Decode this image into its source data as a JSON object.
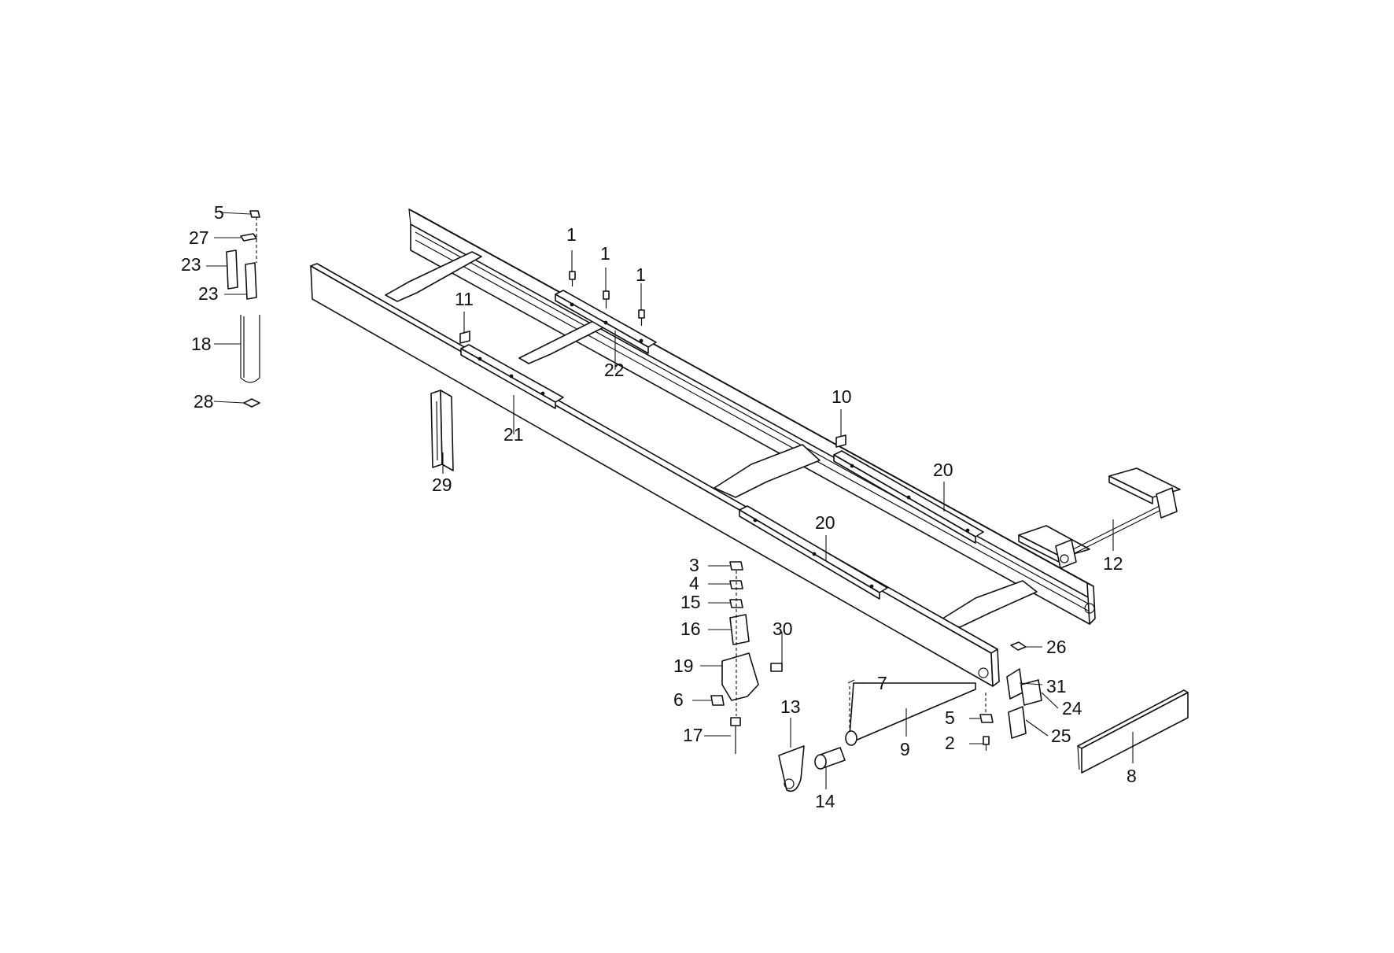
{
  "callouts": [
    {
      "id": "c1a",
      "text": "1"
    },
    {
      "id": "c1b",
      "text": "1"
    },
    {
      "id": "c1c",
      "text": "1"
    },
    {
      "id": "c2",
      "text": "2"
    },
    {
      "id": "c3",
      "text": "3"
    },
    {
      "id": "c4",
      "text": "4"
    },
    {
      "id": "c5a",
      "text": "5"
    },
    {
      "id": "c5b",
      "text": "5"
    },
    {
      "id": "c6",
      "text": "6"
    },
    {
      "id": "c7",
      "text": "7"
    },
    {
      "id": "c8",
      "text": "8"
    },
    {
      "id": "c9",
      "text": "9"
    },
    {
      "id": "c10",
      "text": "10"
    },
    {
      "id": "c11",
      "text": "11"
    },
    {
      "id": "c12",
      "text": "12"
    },
    {
      "id": "c13",
      "text": "13"
    },
    {
      "id": "c14",
      "text": "14"
    },
    {
      "id": "c15",
      "text": "15"
    },
    {
      "id": "c16",
      "text": "16"
    },
    {
      "id": "c17",
      "text": "17"
    },
    {
      "id": "c18",
      "text": "18"
    },
    {
      "id": "c19",
      "text": "19"
    },
    {
      "id": "c20a",
      "text": "20"
    },
    {
      "id": "c20b",
      "text": "20"
    },
    {
      "id": "c21",
      "text": "21"
    },
    {
      "id": "c22",
      "text": "22"
    },
    {
      "id": "c23a",
      "text": "23"
    },
    {
      "id": "c23b",
      "text": "23"
    },
    {
      "id": "c24",
      "text": "24"
    },
    {
      "id": "c25",
      "text": "25"
    },
    {
      "id": "c26",
      "text": "26"
    },
    {
      "id": "c27",
      "text": "27"
    },
    {
      "id": "c28",
      "text": "28"
    },
    {
      "id": "c29",
      "text": "29"
    },
    {
      "id": "c30",
      "text": "30"
    },
    {
      "id": "c31",
      "text": "31"
    }
  ],
  "colors": {
    "ink": "#111111",
    "paper": "#ffffff"
  }
}
